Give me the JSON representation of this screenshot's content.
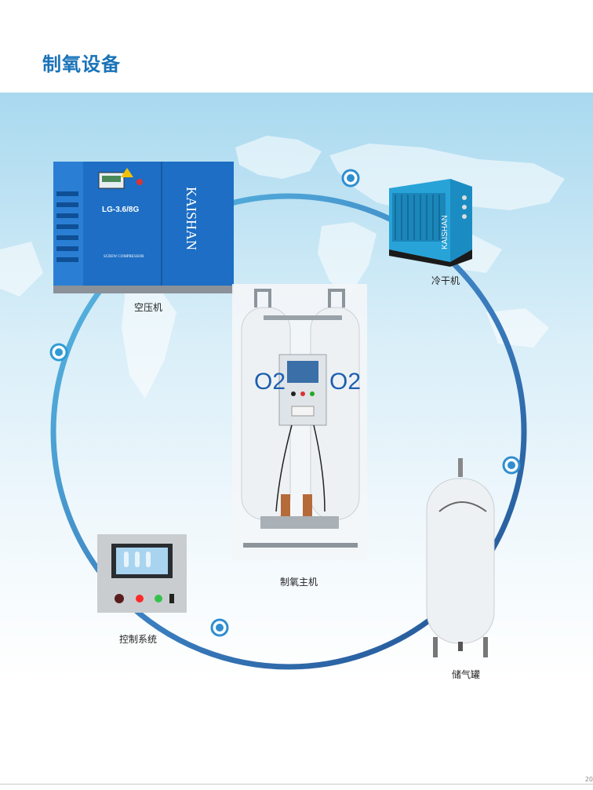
{
  "page": {
    "title": "制氧设备",
    "page_number": "20"
  },
  "components": {
    "air_compressor": {
      "label": "空压机",
      "brand": "KAISHAN",
      "model": "LG-3.6/8G",
      "type_text": "SCREW COMPRESSOR"
    },
    "dryer": {
      "label": "冷干机",
      "brand": "KAISHAN"
    },
    "oxygen_generator": {
      "label": "制氧主机",
      "tank_marks": [
        "O2",
        "O2"
      ]
    },
    "control_system": {
      "label": "控制系统"
    },
    "storage_tank": {
      "label": "储气罐"
    }
  },
  "colors": {
    "title": "#1a73b8",
    "ring_light": "#5cc0e6",
    "ring_dark": "#1f4f8f",
    "machine_blue": "#1d6ec4"
  }
}
